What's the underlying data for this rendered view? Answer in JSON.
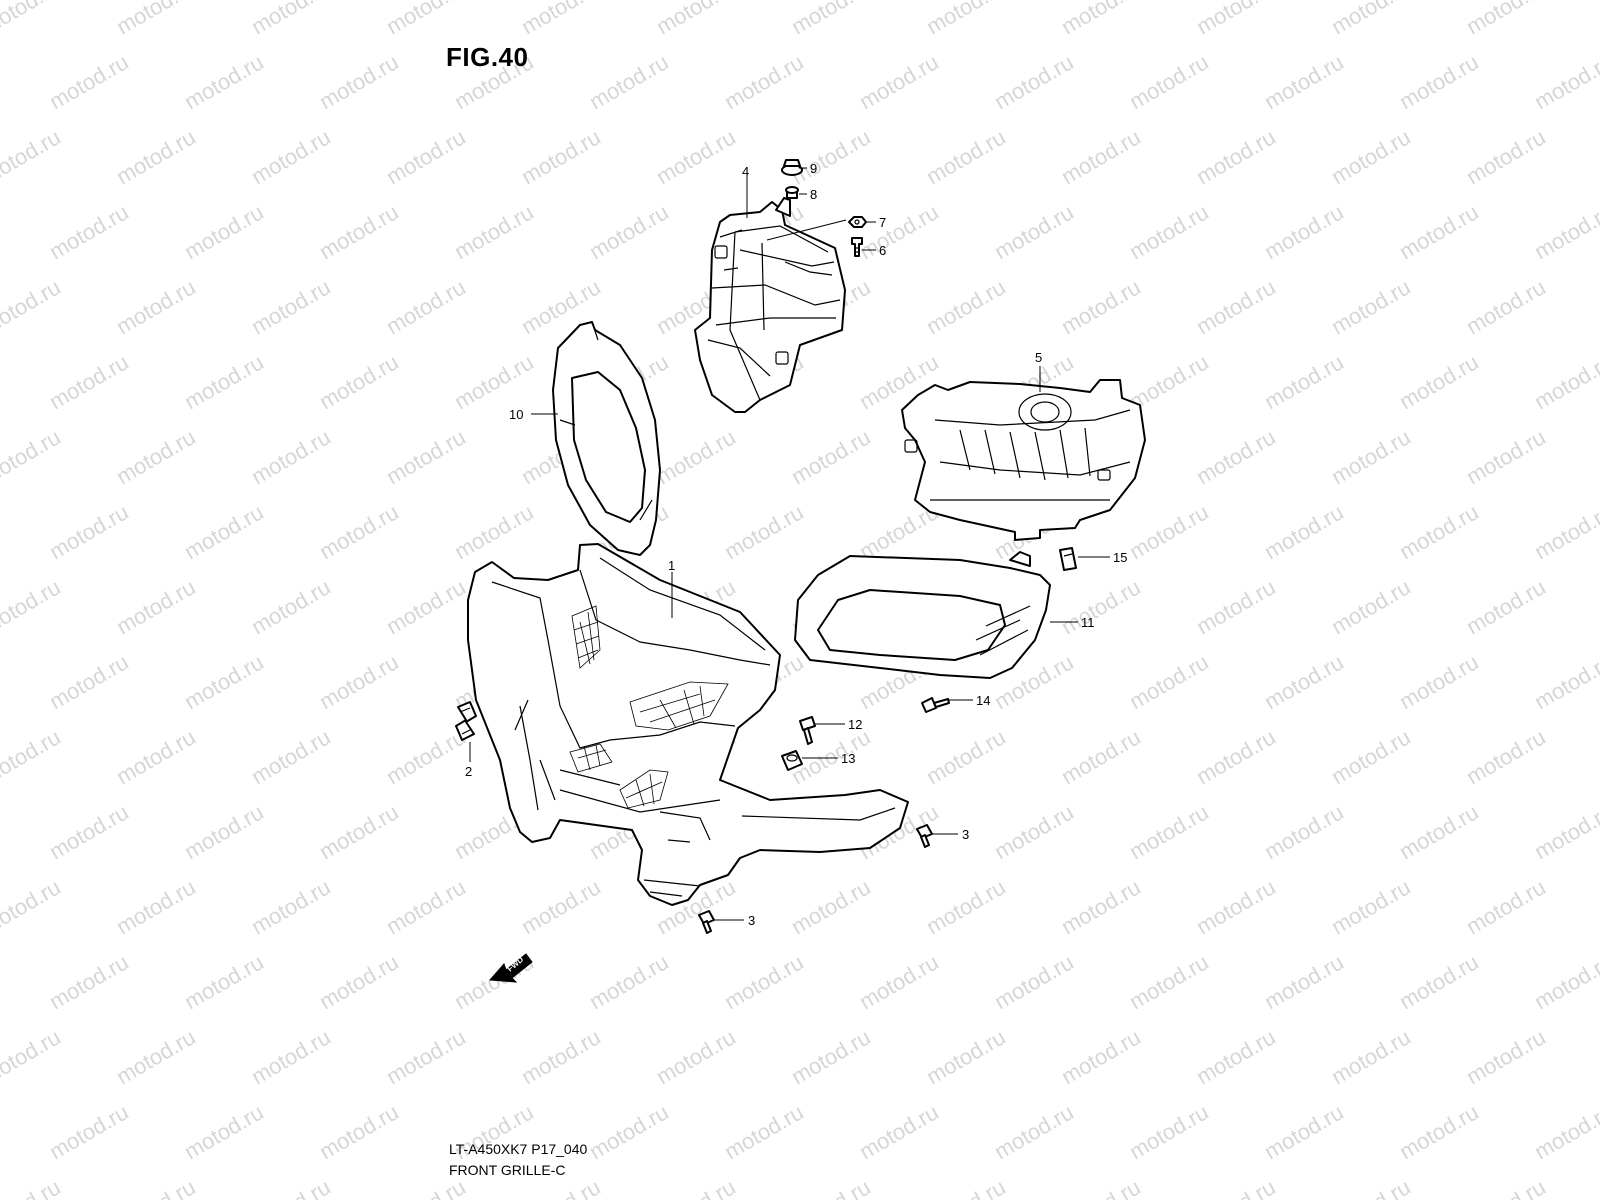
{
  "figure": {
    "title": "FIG.40",
    "model_code": "LT-A450XK7 P17_040",
    "diagram_name": "FRONT GRILLE-C",
    "watermark_text": "motod.ru",
    "fwd_label": "FWD"
  },
  "callouts": {
    "c1": "1",
    "c2": "2",
    "c3a": "3",
    "c3b": "3",
    "c4": "4",
    "c5": "5",
    "c6": "6",
    "c7": "7",
    "c8": "8",
    "c9": "9",
    "c10": "10",
    "c11": "11",
    "c12": "12",
    "c13": "13",
    "c14": "14",
    "c15": "15"
  },
  "colors": {
    "line": "#000000",
    "watermark": "#d6d6d6",
    "background": "#ffffff"
  }
}
